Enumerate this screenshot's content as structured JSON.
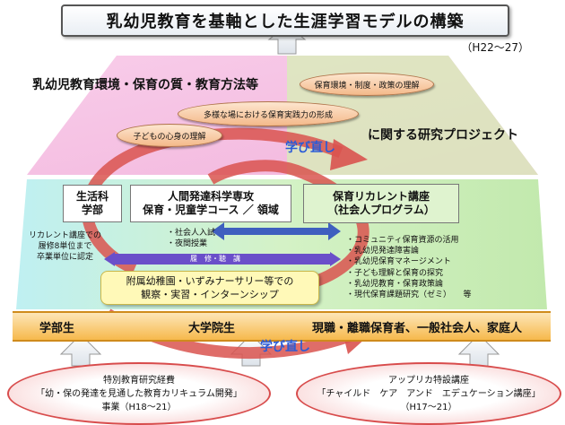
{
  "title": "乳幼児教育を基軸とした生涯学習モデルの構築",
  "period": "（H22～27）",
  "pink_area": {
    "heading": "乳幼児教育環境・保育の質・教育方法等",
    "project": "に関する研究プロジェクト",
    "ovals": [
      "保育環境・制度・政策の理解",
      "多様な場における保育実践力の形成",
      "子どもの心身の理解"
    ]
  },
  "manabi_top": "学び直し",
  "manabi_bottom": "学び直し",
  "boxes": {
    "seikatsu": [
      "生活科",
      "学部"
    ],
    "ningen": [
      "人間発達科学専攻",
      "保育・児童学コース ／ 領域"
    ],
    "recurrent": [
      "保育リカレント講座",
      "（社会人プログラム）"
    ]
  },
  "recurrent_note": [
    "リカレント講座での",
    "履修8単位まで",
    "卒業単位に認定"
  ],
  "ningen_items": [
    "・社会人入試",
    "・夜間授業"
  ],
  "rishu": "履　修・聴　講",
  "fuzoku": [
    "附属幼稚園・いずみナーサリー等での",
    "観察・実習・インターンシップ"
  ],
  "recurrent_list": [
    "・コミュニティ保育資源の活用",
    "・乳幼児発達障害論",
    "・乳幼児保育マネージメント",
    "・子ども理解と保育の探究",
    "・乳幼児教育・保育政策論",
    "・現代保育課題研究（ゼミ）　　等"
  ],
  "band": {
    "left": "学部生",
    "mid": "大学院生",
    "right": "現職・離職保育者、一般社会人、家庭人"
  },
  "bottom_left": [
    "特別教育研究経費",
    "「幼・保の発達を見通した教育カリキュラム開発」",
    "事業（H18～21）"
  ],
  "bottom_right": [
    "アップリカ特設講座",
    "「チャイルド　ケア　アンド　エデュケーション講座」",
    "（H17～21）"
  ],
  "colors": {
    "pink": "#f4b4dc",
    "green": "#c6ebb4",
    "cyan": "#bdeef4",
    "red_arrow": "#d9534f",
    "blue_text": "#2a5bd7",
    "band": "#f6b94c"
  }
}
